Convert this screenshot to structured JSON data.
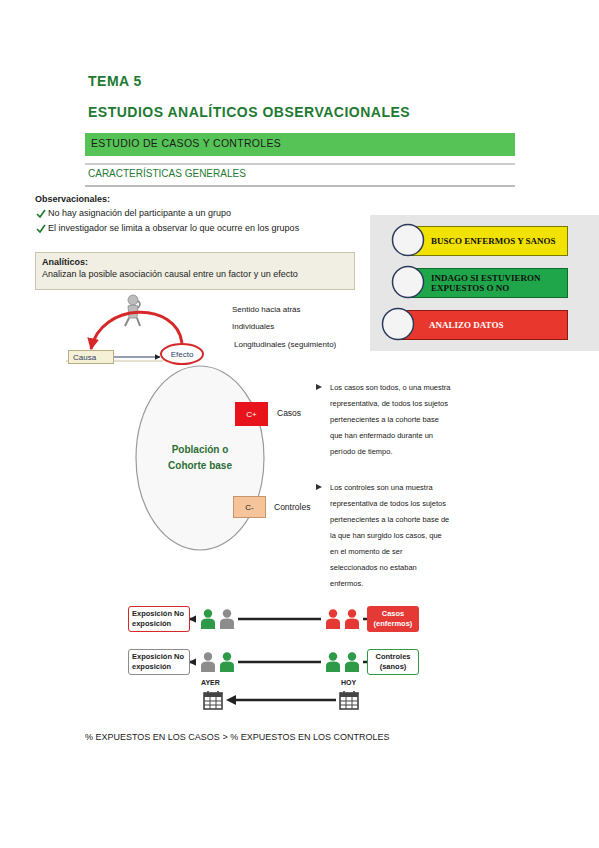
{
  "diagram": {
    "title": "TEMA 5",
    "nodes": [
      {
        "text": [
          "ESTUDIO DE CASOS Y CONTROLES"
        ]
      },
      {
        "text": [
          "Analíticos:",
          "Analizan la posible asociación causal entre un factor y un efecto"
        ]
      },
      {
        "text": [
          "BUSCO ENFERMOS Y SANOS"
        ]
      },
      {
        "text": [
          "INDAGO SI ESTUVIERON EXPUESTOS O NO"
        ]
      },
      {
        "text": [
          "ANALIZO DATOS"
        ]
      },
      {
        "text": [
          "Causa"
        ]
      },
      {
        "text": [
          "Efecto"
        ]
      },
      {
        "text": [
          "Población o Cohorte base"
        ]
      },
      {
        "text": [
          "C+",
          "Casos"
        ]
      },
      {
        "text": [
          "C-",
          "Controles"
        ]
      },
      {
        "text": [
          "Exposición No exposición"
        ]
      },
      {
        "text": [
          "Casos (enfermos)"
        ]
      },
      {
        "text": [
          "Exposición No exposición"
        ]
      },
      {
        "text": [
          "Controles (sanos)"
        ]
      }
    ],
    "edges": [
      {
        "from": 5,
        "to": 6,
        "arrow": "to"
      },
      {
        "from": 6,
        "to": 5,
        "arrow": "to"
      },
      {
        "from": 11,
        "to": 10,
        "arrow": "to"
      },
      {
        "from": 13,
        "to": 12,
        "arrow": "to"
      }
    ],
    "labels": [
      "ESTUDIOS ANALÍTICOS OBSERVACIONALES",
      "CARACTERÍSTICAS GENERALES",
      "Observacionales:",
      "No hay asignación del participante a un grupo",
      "El  investigador se limita a observar lo que ocurre en los grupos",
      "Sentido hacia atrás",
      "Individuales",
      "Longitudinales (seguimiento)",
      "Los casos son todos, o una muestra representativa, de todos los sujetos pertenecientes a la cohorte base que han enfermado durante un período de tiempo.",
      "Los controles son una muestra representativa de todos los sujetos pertenecientes a la cohorte base de la que han surgido los casos, que en el momento de ser seleccionados no estaban enfermos.",
      "AYER",
      "HOY",
      "% EXPUESTOS EN LOS CASOS > % EXPUESTOS EN LOS CONTROLES"
    ]
  }
}
